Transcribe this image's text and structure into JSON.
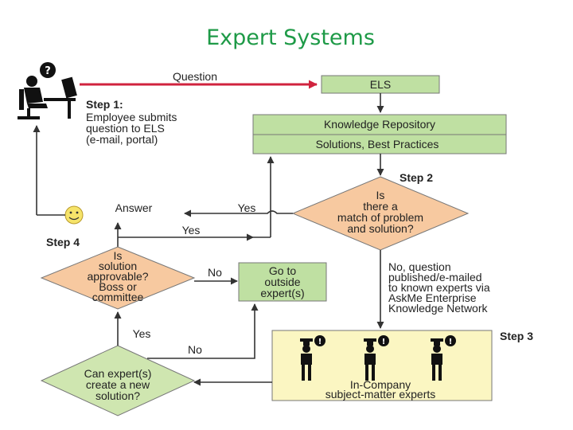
{
  "title": "Expert Systems",
  "colors": {
    "title": "#1e9a47",
    "box_green": "#bfe0a2",
    "diamond_orange": "#f7c9a0",
    "diamond_green": "#cfe6b0",
    "experts_panel": "#fbf6c2",
    "question_arrow": "#d0233e",
    "smiley": "#f6e46a"
  },
  "question_label": "Question",
  "els_label": "ELS",
  "step1": {
    "heading": "Step 1:",
    "lines": [
      "Employee submits",
      "question to ELS",
      "(e-mail, portal)"
    ]
  },
  "repository": {
    "top": "Knowledge Repository",
    "bottom": "Solutions, Best Practices"
  },
  "step2": {
    "heading": "Step 2",
    "diamond_lines": [
      "Is",
      "there a",
      "match of problem",
      "and solution?"
    ],
    "yes_label": "Yes",
    "no_lines": [
      "No, question",
      "published/e-mailed",
      "to known experts via",
      "AskMe Enterprise",
      "Knowledge Network"
    ]
  },
  "answer_label": "Answer",
  "step4": {
    "heading": "Step 4",
    "yes_label": "Yes",
    "diamond_lines": [
      "Is",
      "solution",
      "approvable?",
      "Boss or",
      "committee"
    ],
    "no_label": "No"
  },
  "outside": {
    "lines": [
      "Go to",
      "outside",
      "expert(s)"
    ]
  },
  "step3": {
    "heading": "Step 3",
    "panel_lines": [
      "In-Company",
      "subject-matter experts"
    ]
  },
  "create": {
    "diamond_lines": [
      "Can expert(s)",
      "create a new",
      "solution?"
    ],
    "yes_label": "Yes",
    "no_label": "No"
  },
  "icons": {
    "employee": "person-at-desk-with-question-icon",
    "answer": "smiley-face-icon",
    "expert": "expert-with-question-icon"
  }
}
